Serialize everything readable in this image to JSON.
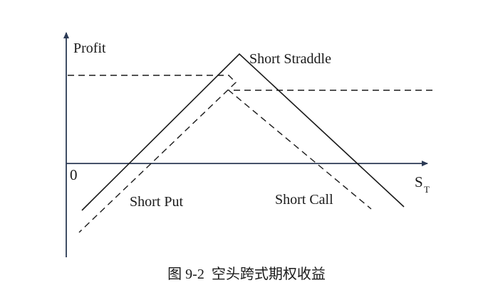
{
  "diagram": {
    "y_axis_label": "Profit",
    "origin_label": "0",
    "x_axis_label_main": "S",
    "x_axis_label_sub": "T",
    "straddle_label": "Short Straddle",
    "put_label": "Short Put",
    "call_label": "Short Call",
    "colors": {
      "axis": "#2b3a55",
      "line": "#1a1a1a"
    }
  },
  "caption": "图 9-2  空头跨式期权收益"
}
